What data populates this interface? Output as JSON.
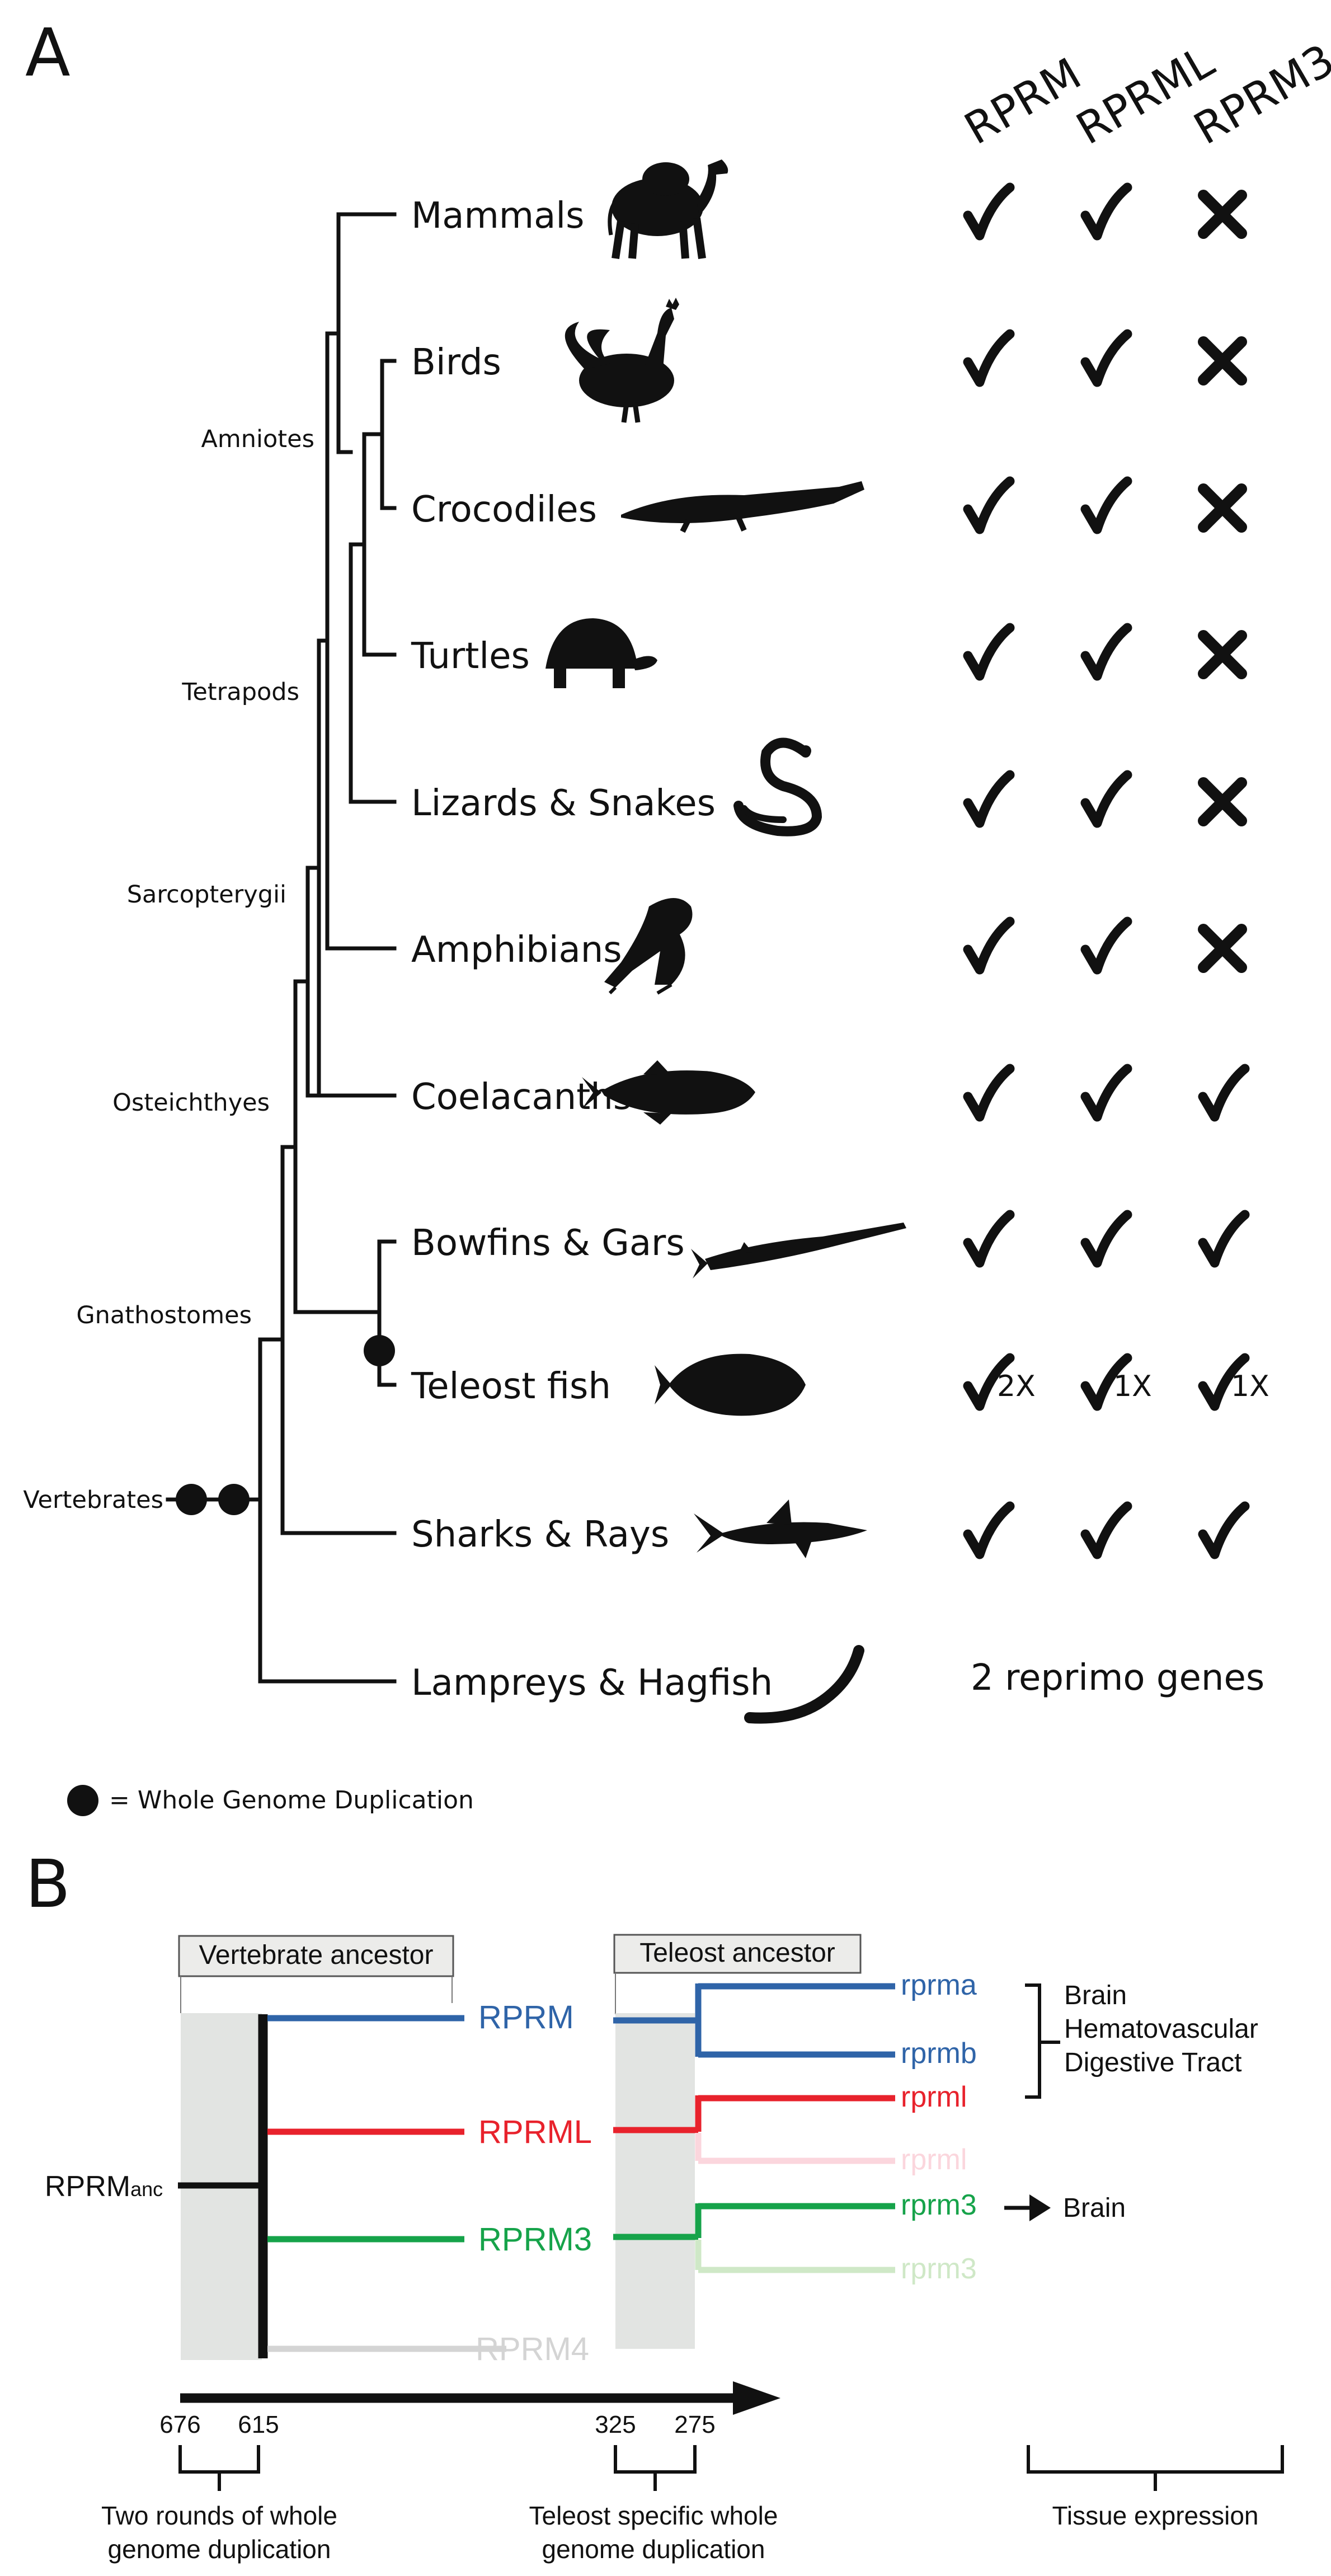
{
  "panel_a": {
    "label": "A",
    "gene_headers": [
      "RPRM",
      "RPRML",
      "RPRM3"
    ],
    "taxa": [
      {
        "name": "Mammals",
        "icon": "camel-icon",
        "presence": [
          "check",
          "check",
          "cross"
        ]
      },
      {
        "name": "Birds",
        "icon": "rooster-icon",
        "presence": [
          "check",
          "check",
          "cross"
        ]
      },
      {
        "name": "Crocodiles",
        "icon": "crocodile-icon",
        "presence": [
          "check",
          "check",
          "cross"
        ]
      },
      {
        "name": "Turtles",
        "icon": "turtle-icon",
        "presence": [
          "check",
          "check",
          "cross"
        ]
      },
      {
        "name": "Lizards & Snakes",
        "icon": "snake-icon",
        "presence": [
          "check",
          "check",
          "cross"
        ]
      },
      {
        "name": "Amphibians",
        "icon": "frog-icon",
        "presence": [
          "check",
          "check",
          "cross"
        ]
      },
      {
        "name": "Coelacanths",
        "icon": "coelacanth-icon",
        "presence": [
          "check",
          "check",
          "check"
        ]
      },
      {
        "name": "Bowfins & Gars",
        "icon": "gar-icon",
        "presence": [
          "check",
          "check",
          "check"
        ]
      },
      {
        "name": "Teleost fish",
        "icon": "teleost-icon",
        "presence": [
          "check",
          "check",
          "check"
        ],
        "counts": [
          "2X",
          "1X",
          "1X"
        ]
      },
      {
        "name": "Sharks & Rays",
        "icon": "shark-icon",
        "presence": [
          "check",
          "check",
          "check"
        ]
      },
      {
        "name": "Lampreys & Hagfish",
        "icon": "lamprey-icon",
        "note": "2 reprimo genes"
      }
    ],
    "clades": {
      "amniotes": "Amniotes",
      "tetrapods": "Tetrapods",
      "sarcopterygii": "Sarcopterygii",
      "osteichthyes": "Osteichthyes",
      "gnathostomes": "Gnathostomes",
      "vertebrates": "Vertebrates"
    },
    "legend": "= Whole Genome Duplication"
  },
  "panel_b": {
    "label": "B",
    "vertebrate_ancestor": "Vertebrate ancestor",
    "teleost_ancestor": "Teleost ancestor",
    "ancestor_main": "RPRM",
    "ancestor_sub": "anc",
    "vert_genes": [
      {
        "name": "RPRM",
        "color": "#2f64a8"
      },
      {
        "name": "RPRML",
        "color": "#e8222c"
      },
      {
        "name": "RPRM3",
        "color": "#16a34a"
      },
      {
        "name": "RPRM4",
        "color": "#d4d4d4"
      }
    ],
    "teleost_genes": [
      {
        "name": "rprma",
        "color": "#2f64a8"
      },
      {
        "name": "rprmb",
        "color": "#2f64a8"
      },
      {
        "name": "rprml",
        "color": "#e8222c"
      },
      {
        "name": "rprml",
        "color": "#fbd6dd"
      },
      {
        "name": "rprm3",
        "color": "#16a34a"
      },
      {
        "name": "rprm3",
        "color": "#cfe8c7"
      }
    ],
    "expression_group": [
      "Brain",
      "Hematovascular",
      "Digestive Tract"
    ],
    "rprm3_expression": "Brain",
    "timeline": {
      "ticks": [
        "676",
        "615",
        "325",
        "275"
      ],
      "label_wgd_line1": "Two rounds of whole",
      "label_wgd_line2": "genome duplication",
      "label_teleost_line1": "Teleost specific whole",
      "label_teleost_line2": "genome duplication",
      "label_tissue": "Tissue expression"
    }
  }
}
